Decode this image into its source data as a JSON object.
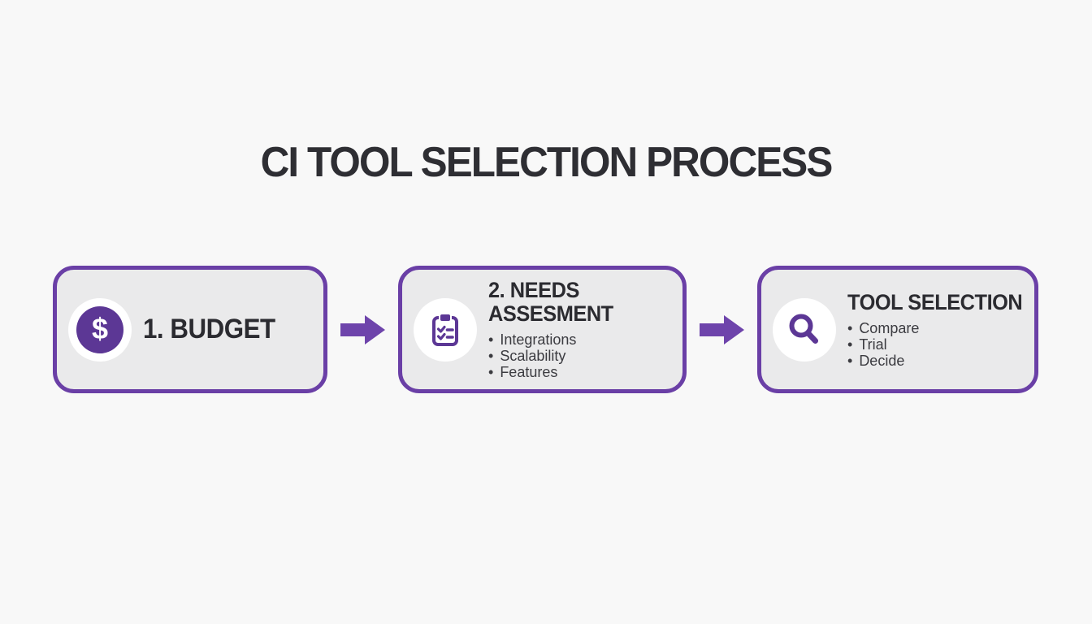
{
  "page": {
    "title": "CI TOOL SELECTION PROCESS"
  },
  "colors": {
    "purple_border": "#6a3fa6",
    "purple_icon": "#5c3795",
    "purple_arrow": "#6e44ab",
    "card_background": "#eaeaeb",
    "page_background": "#f8f8f8",
    "title_text": "#2e2e33",
    "body_text": "#3b3b40"
  },
  "steps": [
    {
      "label": "1. BUDGET",
      "icon": "dollar-icon",
      "glyph": "$",
      "bullets": []
    },
    {
      "label": "2. NEEDS ASSESMENT",
      "icon": "clipboard-checklist-icon",
      "bullets": [
        "Integrations",
        "Scalability",
        "Features"
      ]
    },
    {
      "label": "TOOL SELECTION",
      "icon": "magnifier-icon",
      "bullets": [
        "Compare",
        "Trial",
        "Decide"
      ]
    }
  ]
}
